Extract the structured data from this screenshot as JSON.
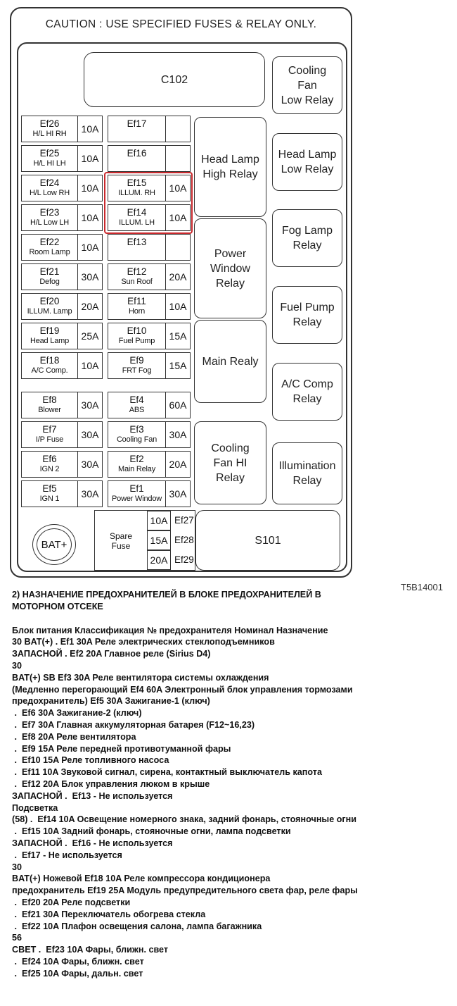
{
  "diagram": {
    "caution": "CAUTION : USE SPECIFIED FUSES & RELAY ONLY.",
    "ref": "T5B14001",
    "boxes": {
      "c102": "C102",
      "cooling_fan_low_relay": "Cooling\nFan\nLow Relay",
      "head_lamp_high_relay": "Head Lamp\nHigh Relay",
      "head_lamp_low_relay": "Head Lamp\nLow Relay",
      "power_window_relay": "Power\nWindow\nRelay",
      "fog_lamp_relay": "Fog Lamp\nRelay",
      "fuel_pump_relay": "Fuel Pump\nRelay",
      "main_realy": "Main Realy",
      "ac_comp_relay": "A/C Comp\nRelay",
      "cooling_fan_hi_relay": "Cooling\nFan HI\nRelay",
      "illumination_relay": "Illumination\nRelay",
      "s101": "S101"
    },
    "fuses_left": [
      {
        "code": "Ef26",
        "desc": "H/L HI RH",
        "amp": "10A"
      },
      {
        "code": "Ef25",
        "desc": "H/L HI LH",
        "amp": "10A"
      },
      {
        "code": "Ef24",
        "desc": "H/L Low RH",
        "amp": "10A"
      },
      {
        "code": "Ef23",
        "desc": "H/L Low LH",
        "amp": "10A"
      },
      {
        "code": "Ef22",
        "desc": "Room Lamp",
        "amp": "10A"
      },
      {
        "code": "Ef21",
        "desc": "Defog",
        "amp": "30A"
      },
      {
        "code": "Ef20",
        "desc": "ILLUM. Lamp",
        "amp": "20A"
      },
      {
        "code": "Ef19",
        "desc": "Head Lamp",
        "amp": "25A"
      },
      {
        "code": "Ef18",
        "desc": "A/C Comp.",
        "amp": "10A"
      },
      {
        "code": "Ef8",
        "desc": "Blower",
        "amp": "30A"
      },
      {
        "code": "Ef7",
        "desc": "I/P Fuse",
        "amp": "30A"
      },
      {
        "code": "Ef6",
        "desc": "IGN 2",
        "amp": "30A"
      },
      {
        "code": "Ef5",
        "desc": "IGN 1",
        "amp": "30A"
      }
    ],
    "fuses_mid": [
      {
        "code": "Ef17",
        "desc": "",
        "amp": ""
      },
      {
        "code": "Ef16",
        "desc": "",
        "amp": ""
      },
      {
        "code": "Ef15",
        "desc": "ILLUM. RH",
        "amp": "10A"
      },
      {
        "code": "Ef14",
        "desc": "ILLUM. LH",
        "amp": "10A"
      },
      {
        "code": "Ef13",
        "desc": "",
        "amp": ""
      },
      {
        "code": "Ef12",
        "desc": "Sun Roof",
        "amp": "20A"
      },
      {
        "code": "Ef11",
        "desc": "Horn",
        "amp": "10A"
      },
      {
        "code": "Ef10",
        "desc": "Fuel Pump",
        "amp": "15A"
      },
      {
        "code": "Ef9",
        "desc": "FRT Fog",
        "amp": "15A"
      },
      {
        "code": "Ef4",
        "desc": "ABS",
        "amp": "60A"
      },
      {
        "code": "Ef3",
        "desc": "Cooling Fan",
        "amp": "30A"
      },
      {
        "code": "Ef2",
        "desc": "Main Relay",
        "amp": "20A"
      },
      {
        "code": "Ef1",
        "desc": "Power Window",
        "amp": "30A"
      }
    ],
    "battery": "BAT+",
    "spare": {
      "label": "Spare\nFuse",
      "amps": [
        "10A",
        "15A",
        "20A"
      ],
      "codes": [
        "Ef27",
        "Ef28",
        "Ef29"
      ]
    }
  },
  "text": {
    "heading": [
      "2) НАЗНАЧЕНИЕ ПРЕДОХРАНИТЕЛЕЙ В БЛОКЕ ПРЕДОХРАНИТЕЛЕЙ В",
      "МОТОРНОМ ОТСЕКЕ"
    ],
    "lines": [
      "Блок питания Классификация № предохранителя Номинал Назначение",
      "30 BAT(+) . Ef1 30A Реле электрических стеклоподъемников",
      "ЗАПАСНОЙ . Ef2 20A Главное реле (Sirius D4)",
      "30",
      "BAT(+) SB Ef3 30A Реле вентилятора системы охлаждения",
      "(Медленно перегорающий Ef4 60A Электронный блок управления тормозами",
      "предохранитель) Ef5 30A Зажигание-1 (ключ)",
      " .  Ef6 30A Зажигание-2 (ключ)",
      " .  Ef7 30A Главная аккумуляторная батарея (F12~16,23)",
      " .  Ef8 20A Реле вентилятора",
      " .  Ef9 15A Реле передней противотуманной фары",
      " .  Ef10 15A Реле топливного насоса",
      " .  Ef11 10A Звуковой сигнал, сирена, контактный выключатель капота",
      " .  Ef12 20A Блок управления люком в крыше",
      "ЗАПАСНОЙ .  Ef13 - Не используется",
      "Подсветка",
      "(58) .  Ef14 10A Освещение номерного знака, задний фонарь, стояночные огни",
      " .  Ef15 10A Задний фонарь, стояночные огни, лампа подсветки",
      "ЗАПАСНОЙ .  Ef16 - Не используется",
      " .  Ef17 - Не используется",
      "30",
      "BAT(+) Ножевой Ef18 10A Реле компрессора кондиционера",
      "предохранитель Ef19 25A Модуль предупредительного света фар, реле фары",
      " .  Ef20 20A Реле подсветки",
      " .  Ef21 30A Переключатель обогрева стекла",
      " .  Ef22 10A Плафон освещения салона, лампа багажника",
      "56",
      "СВЕТ .  Ef23 10A Фары, ближн. свет",
      " .  Ef24 10A Фары, ближн. свет",
      " .  Ef25 10A Фары, дальн. свет"
    ]
  }
}
